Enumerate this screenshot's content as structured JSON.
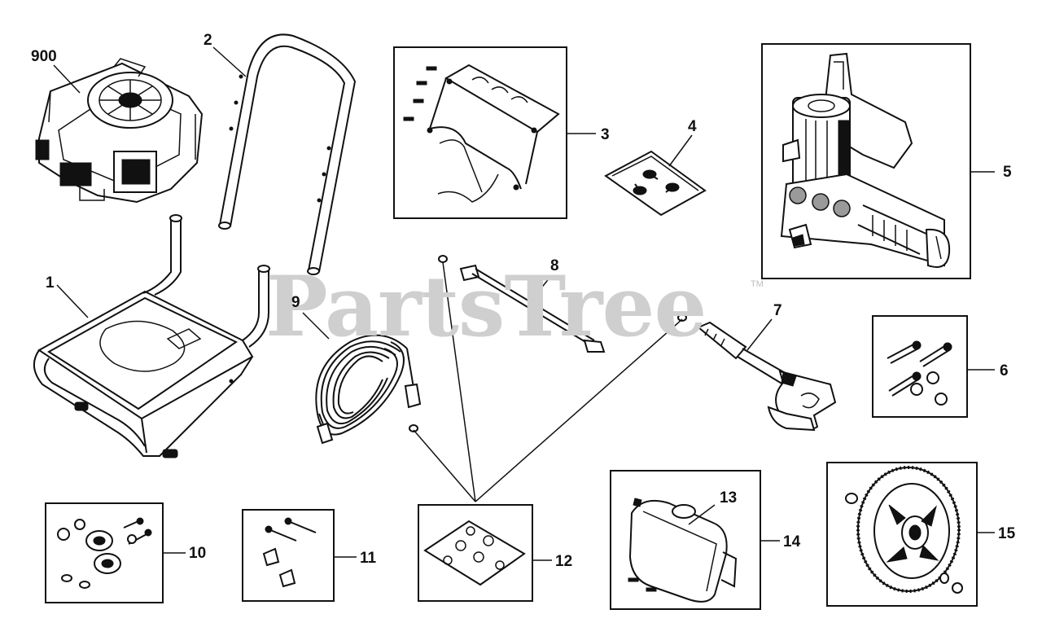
{
  "watermark": {
    "text": "PartsTree",
    "tm": "TM"
  },
  "callouts": [
    {
      "id": "900",
      "label": "900"
    },
    {
      "id": "1",
      "label": "1"
    },
    {
      "id": "2",
      "label": "2"
    },
    {
      "id": "3",
      "label": "3"
    },
    {
      "id": "4",
      "label": "4"
    },
    {
      "id": "5",
      "label": "5"
    },
    {
      "id": "6",
      "label": "6"
    },
    {
      "id": "7",
      "label": "7"
    },
    {
      "id": "8",
      "label": "8"
    },
    {
      "id": "9",
      "label": "9"
    },
    {
      "id": "10",
      "label": "10"
    },
    {
      "id": "11",
      "label": "11"
    },
    {
      "id": "12",
      "label": "12"
    },
    {
      "id": "13",
      "label": "13"
    },
    {
      "id": "14",
      "label": "14"
    },
    {
      "id": "15",
      "label": "15"
    }
  ],
  "parts": [
    {
      "ref": "900",
      "name": "engine"
    },
    {
      "ref": "1",
      "name": "base-frame"
    },
    {
      "ref": "2",
      "name": "handle"
    },
    {
      "ref": "3",
      "name": "engine-bracket-kit"
    },
    {
      "ref": "4",
      "name": "hardware-bag"
    },
    {
      "ref": "5",
      "name": "pump"
    },
    {
      "ref": "6",
      "name": "bolt-kit"
    },
    {
      "ref": "7",
      "name": "spray-gun"
    },
    {
      "ref": "8",
      "name": "wand"
    },
    {
      "ref": "9",
      "name": "hose"
    },
    {
      "ref": "10",
      "name": "wheel-hardware-kit"
    },
    {
      "ref": "11",
      "name": "handle-hardware-kit"
    },
    {
      "ref": "12",
      "name": "nozzle-kit"
    },
    {
      "ref": "13",
      "name": "cover-cap"
    },
    {
      "ref": "14",
      "name": "cover-kit"
    },
    {
      "ref": "15",
      "name": "wheel-kit"
    }
  ]
}
